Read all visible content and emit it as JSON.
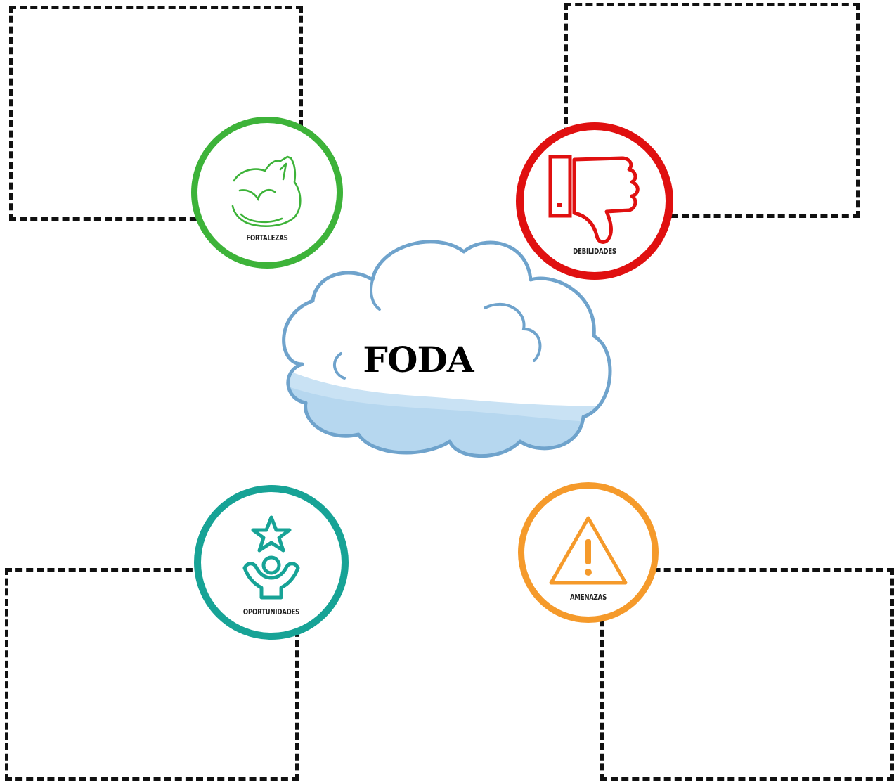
{
  "diagram": {
    "title": "FODA",
    "quadrants": {
      "fortalezas": {
        "label": "FORTALEZAS",
        "icon": "flexed-arm-icon",
        "color": "#3db339"
      },
      "debilidades": {
        "label": "DEBILIDADES",
        "icon": "thumbs-down-icon",
        "color": "#e01010"
      },
      "oportunidades": {
        "label": "OPORTUNIDADES",
        "icon": "person-star-icon",
        "color": "#17a396"
      },
      "amenazas": {
        "label": "AMENAZAS",
        "icon": "warning-triangle-icon",
        "color": "#f59a2b"
      }
    },
    "cloud_color": "#6fa3cc"
  }
}
